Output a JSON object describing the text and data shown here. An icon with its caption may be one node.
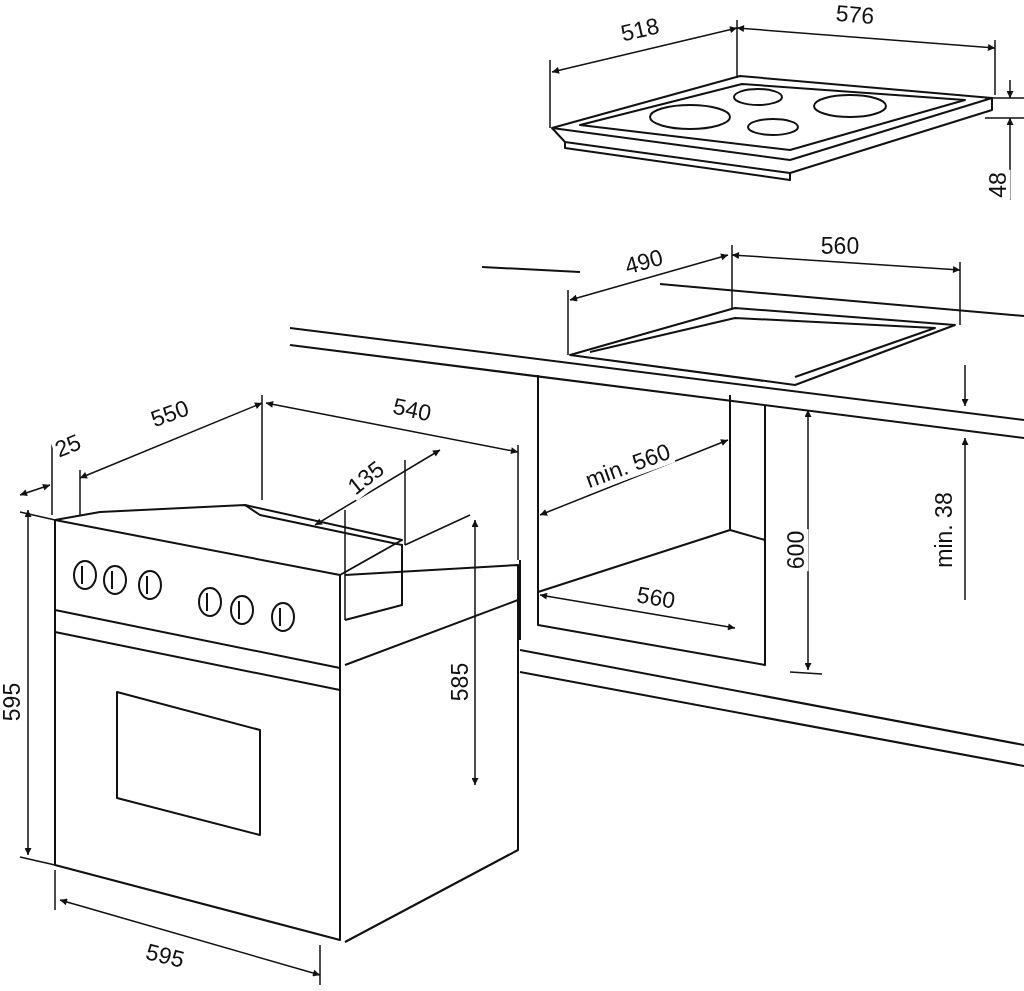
{
  "diagram": {
    "labels": [
      "518",
      "576",
      "48",
      "490",
      "560",
      "25",
      "550",
      "540",
      "135",
      "min. 560",
      "600",
      "min. 38",
      "560",
      "595",
      "585",
      "595"
    ]
  }
}
